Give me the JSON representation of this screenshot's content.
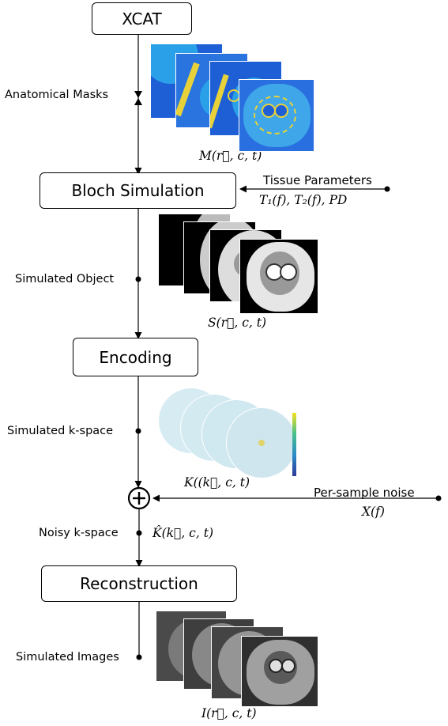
{
  "boxes": {
    "xcat": "XCAT",
    "bloch": "Bloch Simulation",
    "encoding": "Encoding",
    "reconstruction": "Reconstruction"
  },
  "labels": {
    "anatomical_masks": "Anatomical Masks",
    "simulated_object": "Simulated Object",
    "simulated_kspace": "Simulated k-space",
    "noisy_kspace": "Noisy k-space",
    "simulated_images": "Simulated Images",
    "tissue_parameters": "Tissue Parameters",
    "per_sample_noise": "Per-sample noise"
  },
  "math": {
    "mask": "M(r⃗, c, t)",
    "tissue": "T₁(f), T₂(f), PD",
    "object": "S(r⃗, c, t)",
    "kspace": "K((k⃗, c, t)",
    "noise": "X(f)",
    "noisy": "K̂(k⃗, c, t)",
    "images": "I(r⃗, c, t)"
  },
  "icons": {
    "sum": "circled-plus-icon"
  },
  "colors": {
    "mask_bg": "#1f5fd6",
    "mask_tissue": "#2aa0e8",
    "mask_bright": "#e8d23a",
    "kspace_fill": "#cfe6ef",
    "colorbar_top": "#f3e11c",
    "colorbar_bottom": "#2a3a9a"
  }
}
